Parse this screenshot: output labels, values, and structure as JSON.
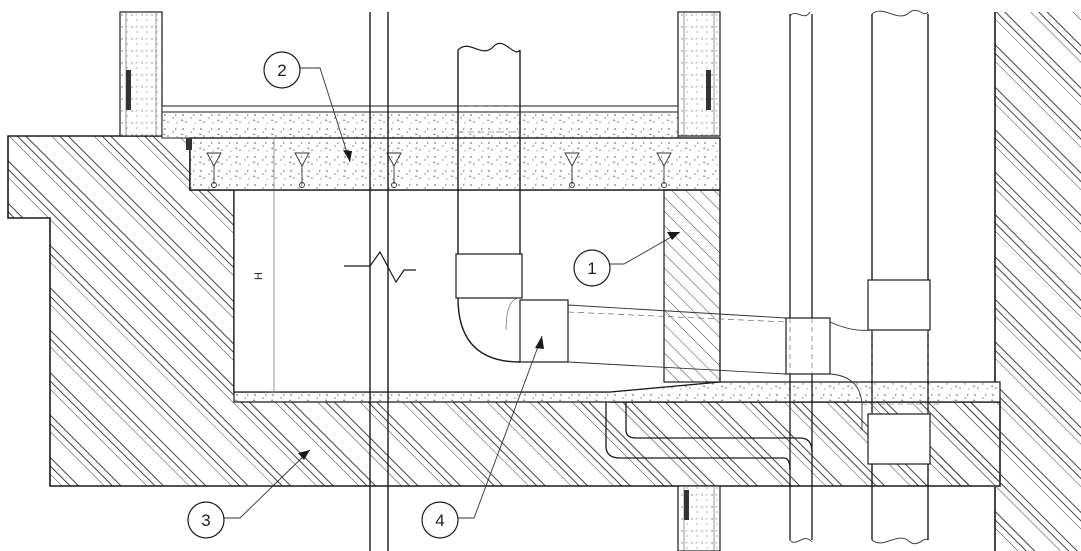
{
  "drawing": {
    "dimension_label": "H",
    "callouts": [
      {
        "id": "callout-1",
        "label": "1"
      },
      {
        "id": "callout-2",
        "label": "2"
      },
      {
        "id": "callout-3",
        "label": "3"
      },
      {
        "id": "callout-4",
        "label": "4"
      }
    ]
  },
  "colors": {
    "line": "#1a1a1a",
    "hatch": "#444444",
    "background": "#ffffff",
    "screed_dots": "#777777"
  }
}
